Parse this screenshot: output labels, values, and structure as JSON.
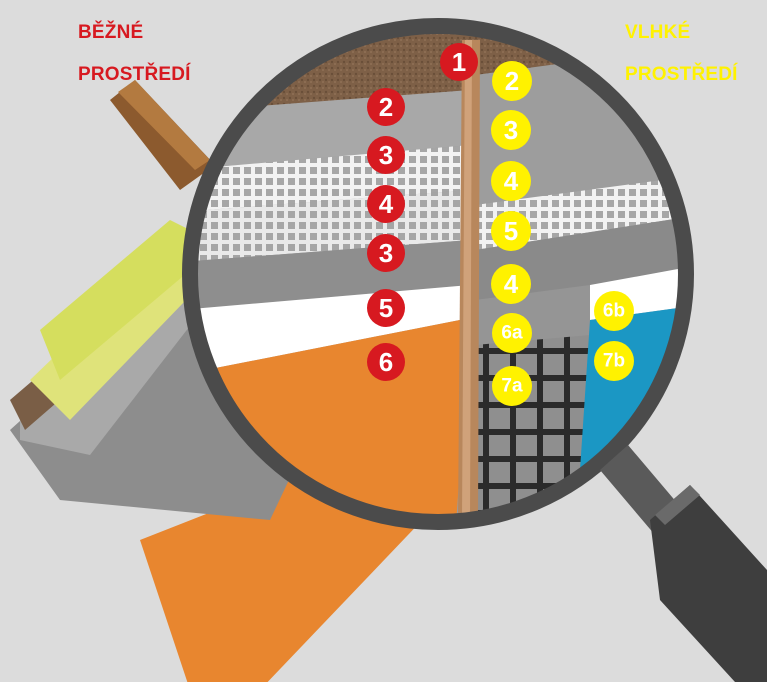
{
  "headings": {
    "left": {
      "line1": "BĚŽNÉ",
      "line2": "PROSTŘEDÍ"
    },
    "right": {
      "line1": "VLHKÉ",
      "line2": "PROSTŘEDÍ"
    }
  },
  "colors": {
    "background": "#dcdcdc",
    "red": "#d71920",
    "yellow": "#fff200",
    "orange": "#e8862f",
    "blue": "#1b97c4",
    "wood": "#8a6a4c",
    "gray_plaster": "#9a9a9a",
    "insulation": "#d8e26a",
    "magnifier_frame": "#4b4b4b"
  },
  "red_badges": [
    "1",
    "2",
    "3",
    "4",
    "3",
    "5",
    "6"
  ],
  "yellow_badges": [
    "2",
    "3",
    "4",
    "5",
    "4",
    "6a",
    "7a",
    "6b",
    "7b"
  ]
}
